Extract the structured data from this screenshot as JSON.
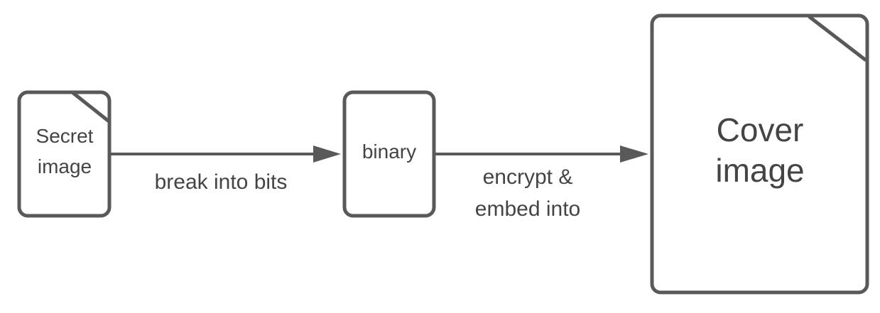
{
  "nodes": {
    "secret": {
      "line1": "Secret",
      "line2": "image"
    },
    "binary": {
      "label": "binary"
    },
    "cover": {
      "line1": "Cover",
      "line2": "image"
    }
  },
  "edges": {
    "break": {
      "label": "break into bits"
    },
    "encrypt": {
      "line1": "encrypt &",
      "line2": "embed into"
    }
  },
  "colors": {
    "stroke": "#595959",
    "text": "#444444",
    "background": "#ffffff"
  }
}
